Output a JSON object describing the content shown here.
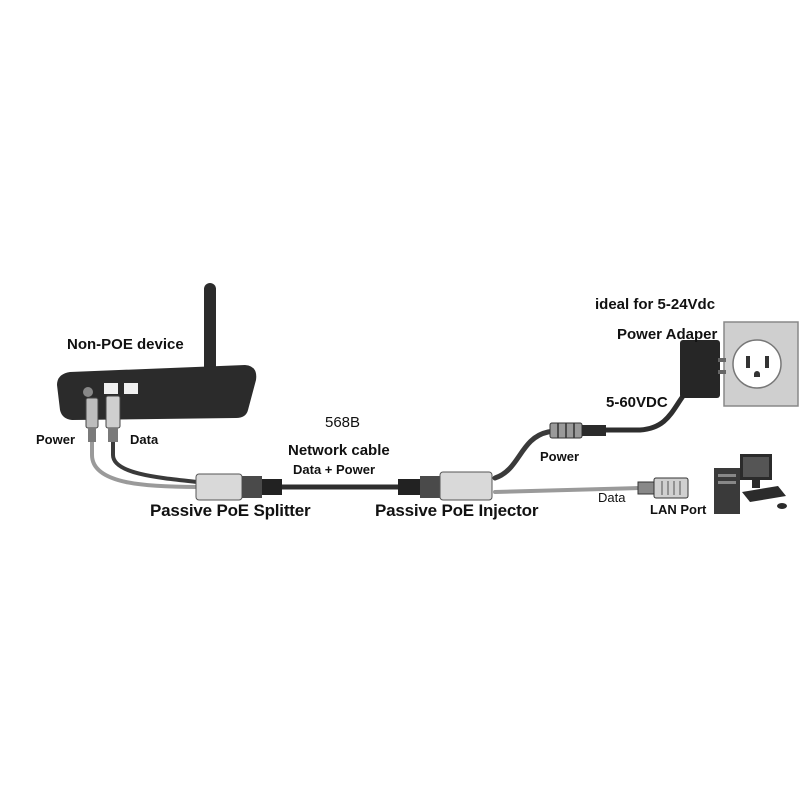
{
  "labels": {
    "non_poe_device": "Non-POE device",
    "power_left": "Power",
    "data_left": "Data",
    "cable_standard": "568B",
    "cable_name": "Network cable",
    "cable_carries": "Data + Power",
    "splitter": "Passive PoE Splitter",
    "injector": "Passive PoE Injector",
    "ideal_range": "ideal for 5-24Vdc",
    "power_adapter": "Power Adaper",
    "voltage_range": "5-60VDC",
    "power_right": "Power",
    "data_right": "Data",
    "lan_port": "LAN Port"
  },
  "colors": {
    "ink": "#111111",
    "device_body": "#2b2b2b",
    "cable_dark": "#3a3a3a",
    "cable_light": "#9a9a9a",
    "connector_light": "#d9d9d9",
    "outlet_plate": "#cfcfcf"
  },
  "icons": [
    "router-icon",
    "antenna-icon",
    "splitter-icon",
    "injector-icon",
    "power-adapter-icon",
    "wall-outlet-icon",
    "rj45-plug-icon",
    "dc-plug-icon",
    "computer-icon"
  ]
}
